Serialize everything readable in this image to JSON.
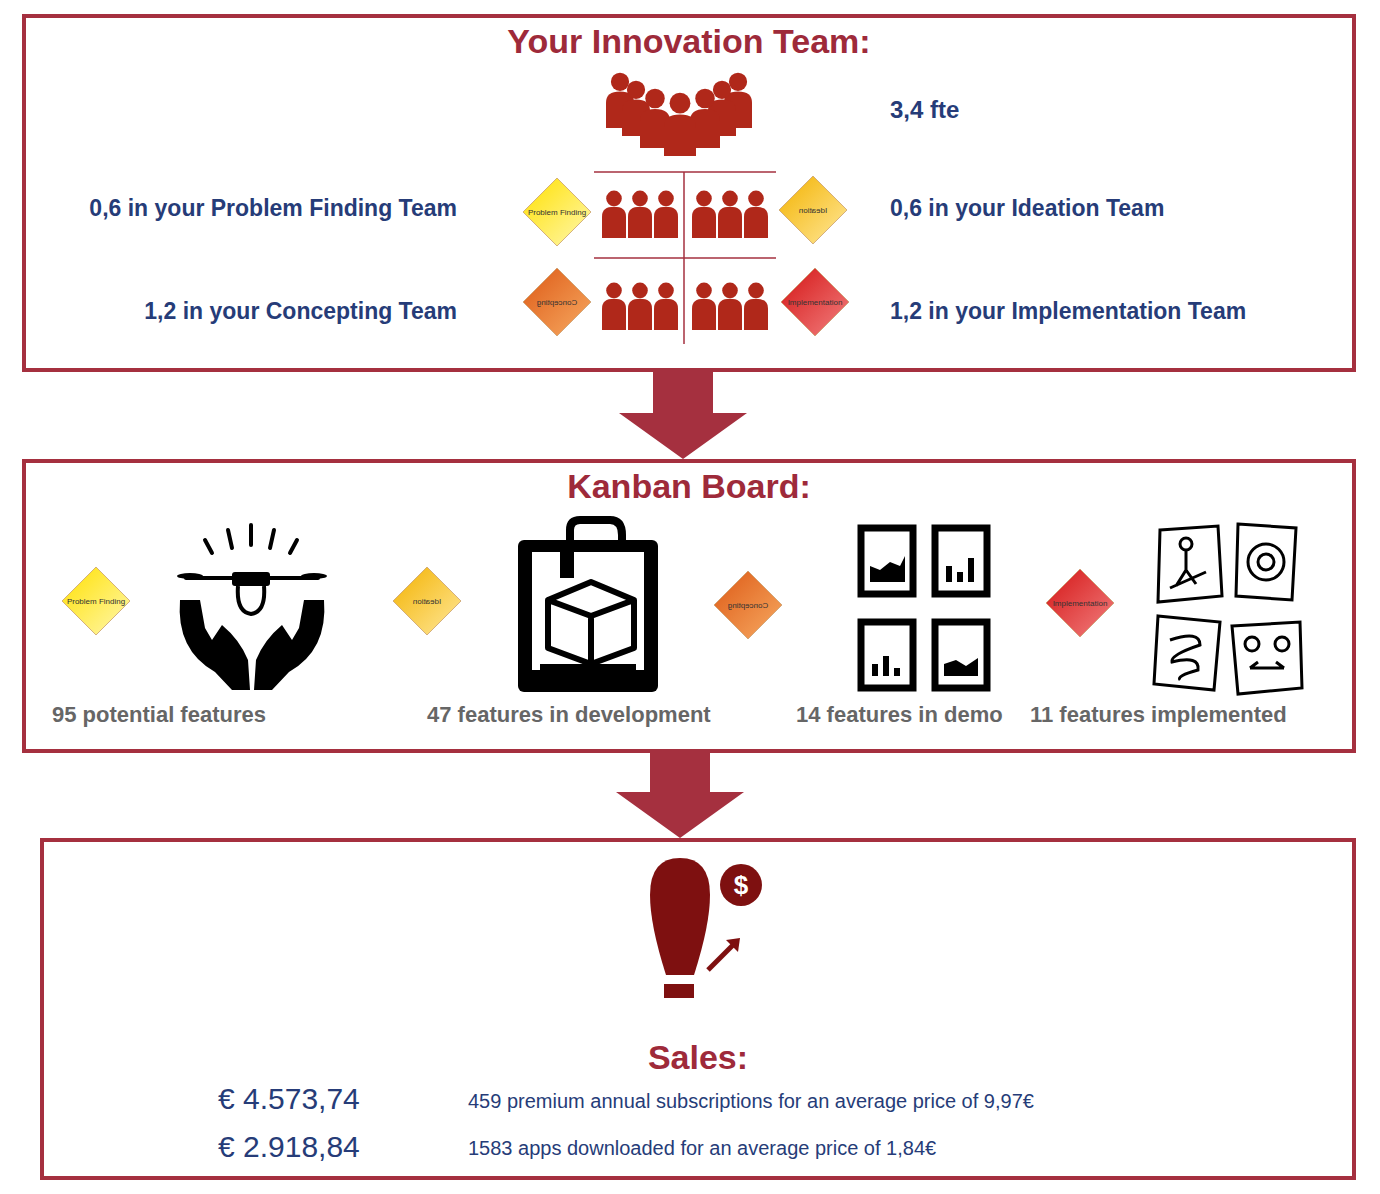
{
  "diagram": {
    "nodes": [
      {
        "text": [
          "Your Innovation Team:"
        ]
      },
      {
        "text": [
          "Problem Finding"
        ],
        "in": 0
      },
      {
        "text": [
          "Ideation"
        ],
        "in": 0
      },
      {
        "text": [
          "Concepting"
        ],
        "in": 0
      },
      {
        "text": [
          "Implementation"
        ],
        "in": 0
      },
      {
        "text": [
          "Kanban Board:"
        ]
      },
      {
        "text": [
          "Problem Finding"
        ],
        "in": 5
      },
      {
        "text": [
          "Ideation"
        ],
        "in": 5
      },
      {
        "text": [
          "Concepting"
        ],
        "in": 5
      },
      {
        "text": [
          "Implementation"
        ],
        "in": 5
      },
      {
        "text": [
          "Sales:"
        ]
      }
    ],
    "edges": [
      {
        "from": 0,
        "to": 5,
        "arrow": "to"
      },
      {
        "from": 5,
        "to": 10,
        "arrow": "to"
      }
    ],
    "labels": [
      "3,4 fte",
      "0,6 in your Problem Finding Team",
      "0,6 in your Ideation Team",
      "1,2 in your Concepting Team",
      "1,2 in your Implementation Team",
      "95 potential features",
      "47 features in development",
      "14 features in demo",
      "11 features implemented",
      "€ 4.573,74",
      "459 premium annual subscriptions for an average price of 9,97€",
      "€ 2.918,84",
      "1583 apps downloaded for an average price of 1,84€",
      "$"
    ]
  }
}
